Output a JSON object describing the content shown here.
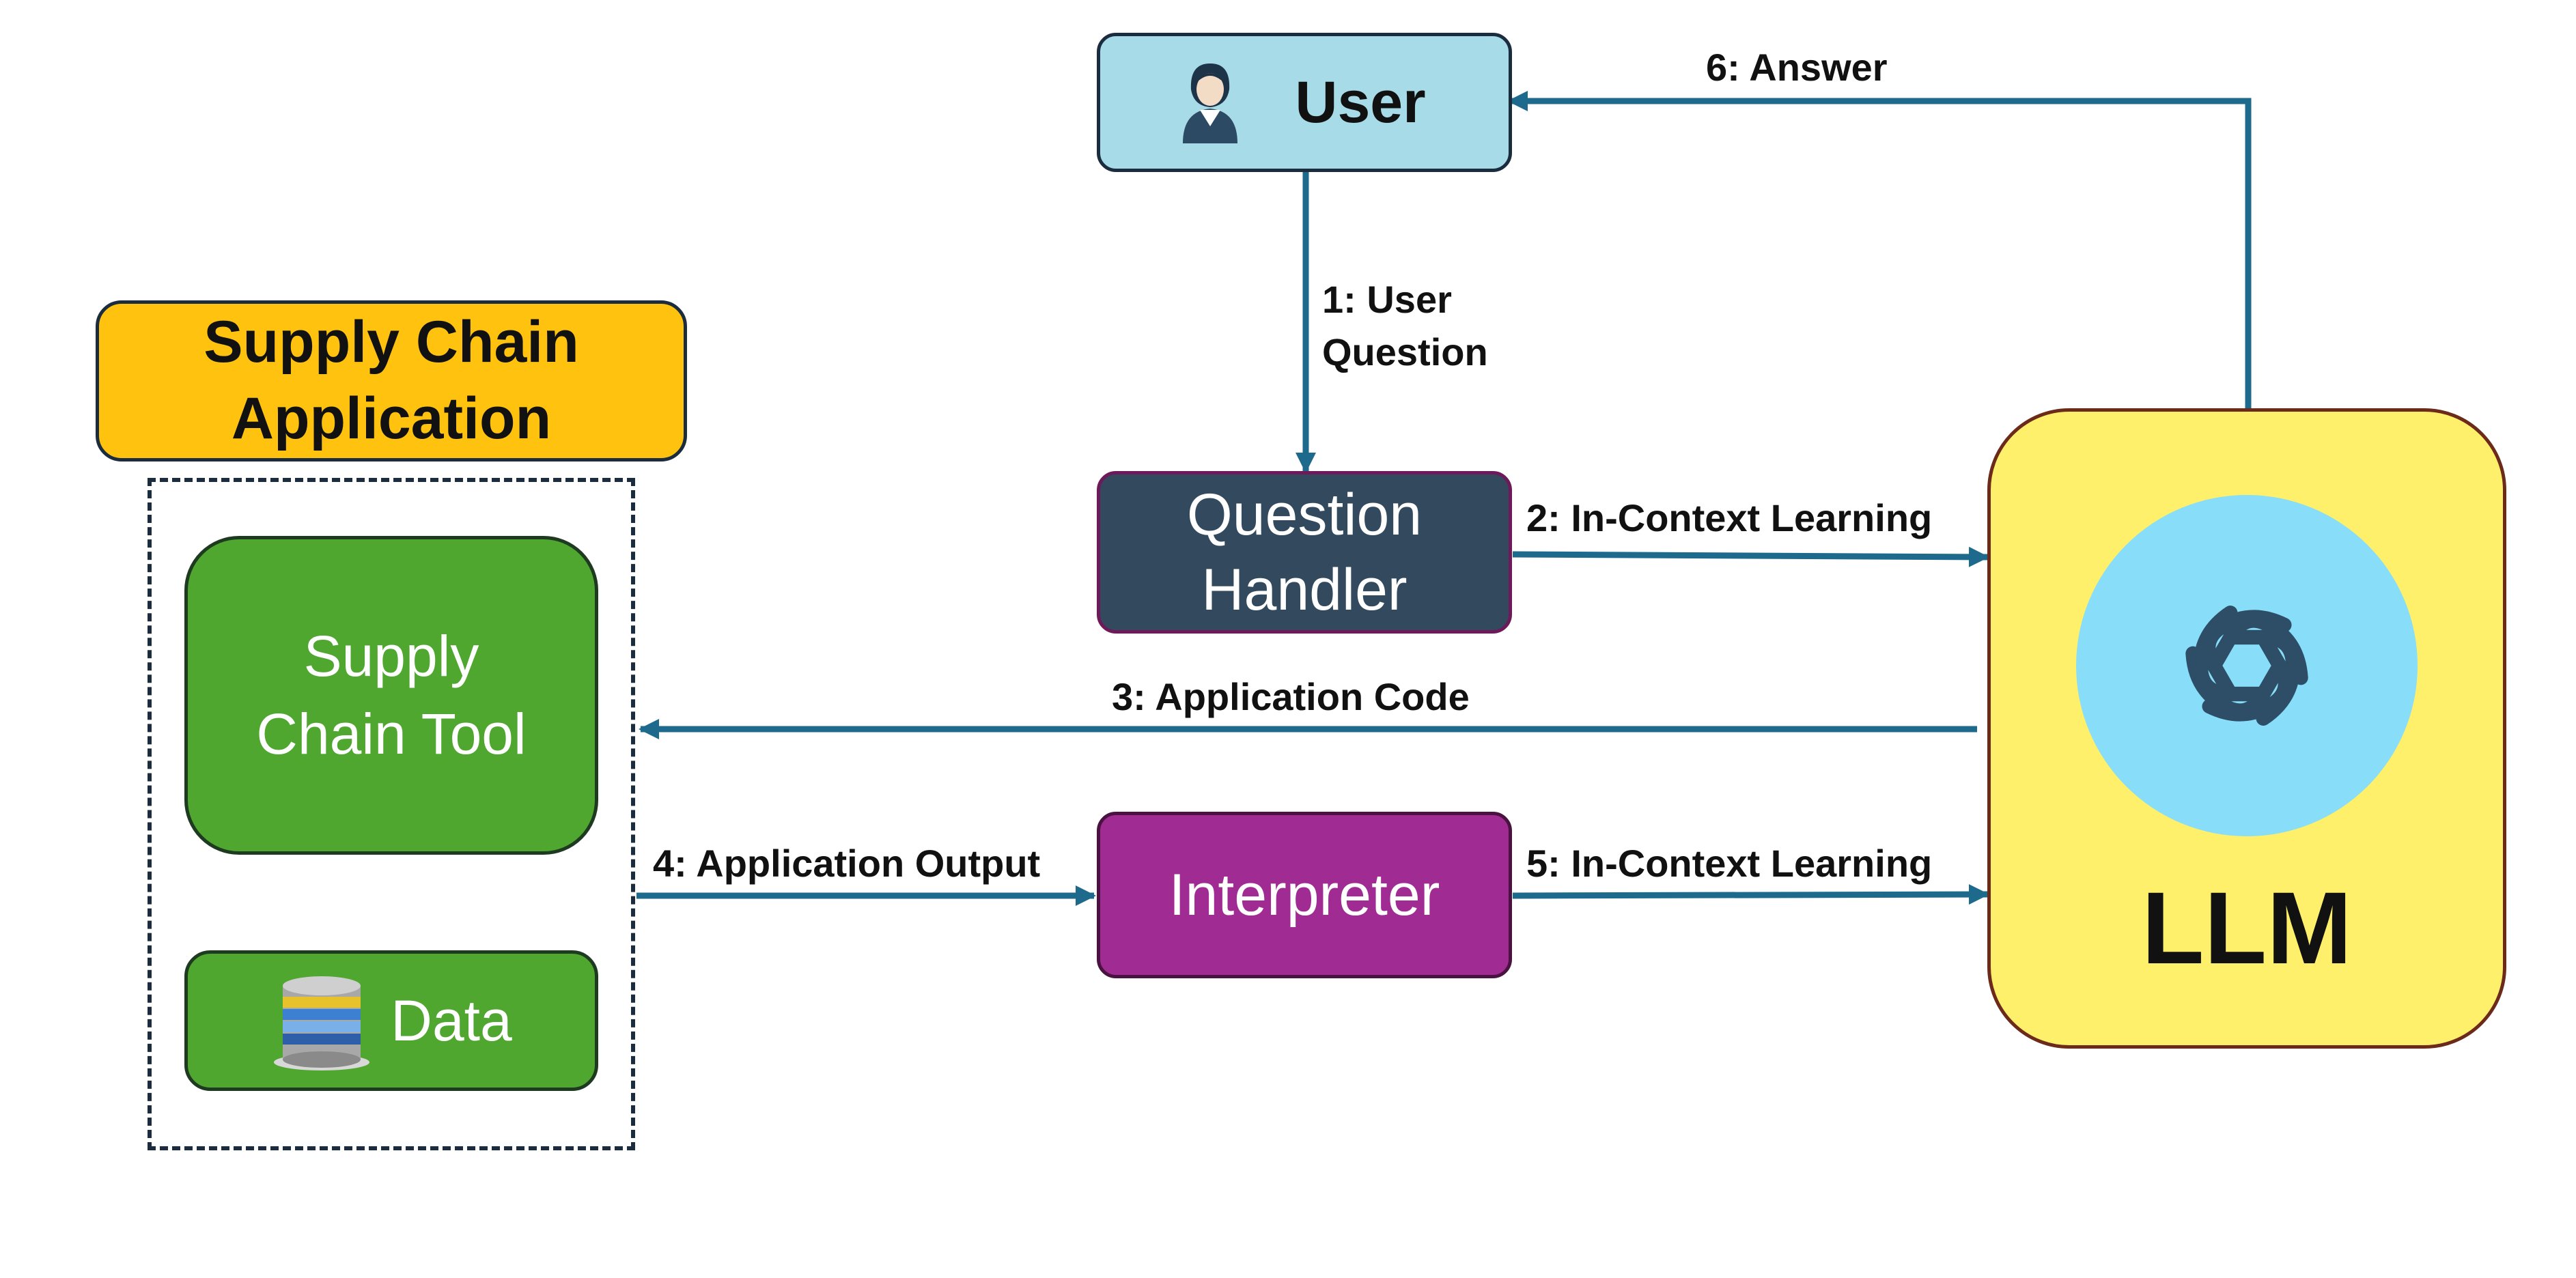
{
  "nodes": {
    "user": {
      "label": "User"
    },
    "question_handler": {
      "label": "Question\nHandler"
    },
    "interpreter": {
      "label": "Interpreter"
    },
    "app_title": {
      "label": "Supply Chain\nApplication"
    },
    "supply_chain_tool": {
      "label": "Supply\nChain Tool"
    },
    "data": {
      "label": "Data"
    },
    "llm": {
      "label": "LLM"
    }
  },
  "edges": [
    {
      "id": "e1",
      "label": "1: User\nQuestion",
      "from": "User",
      "to": "Question Handler"
    },
    {
      "id": "e2",
      "label": "2: In-Context Learning",
      "from": "Question Handler",
      "to": "LLM"
    },
    {
      "id": "e3",
      "label": "3: Application Code",
      "from": "LLM",
      "to": "Supply Chain Application"
    },
    {
      "id": "e4",
      "label": "4: Application Output",
      "from": "Supply Chain Application",
      "to": "Interpreter"
    },
    {
      "id": "e5",
      "label": "5: In-Context Learning",
      "from": "Interpreter",
      "to": "LLM"
    },
    {
      "id": "e6",
      "label": "6: Answer",
      "from": "LLM",
      "to": "User"
    }
  ],
  "colors": {
    "arrow": "#1e6a8c",
    "user_fill": "#a8dbe8",
    "question_handler_fill": "#32495e",
    "interpreter_fill": "#a02c93",
    "app_title_fill": "#ffc20e",
    "tool_fill": "#4fa72f",
    "llm_fill": "#fff06b",
    "llm_circle": "#88ddf8"
  },
  "icons": {
    "user": "user-avatar-icon",
    "data": "database-icon",
    "llm": "openai-logo-icon"
  }
}
